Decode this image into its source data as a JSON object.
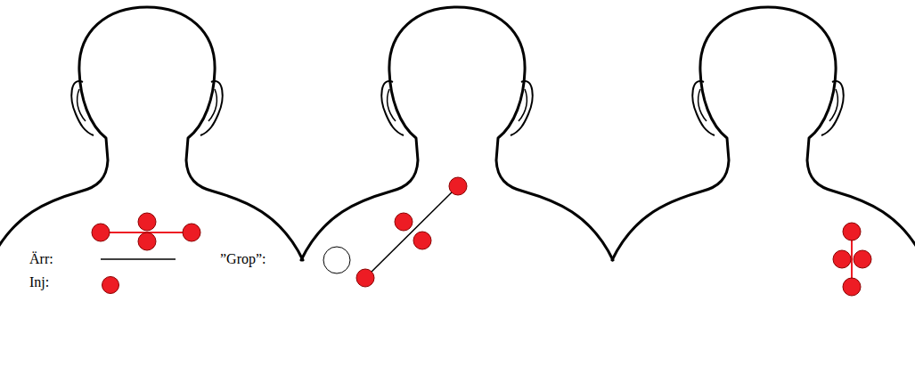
{
  "diagram": {
    "legend": [
      {
        "text": "Ärr:"
      },
      {
        "text": "Inj:",
        "color": "#ed1c24"
      },
      {
        "text": "”Grop”:"
      }
    ]
  }
}
